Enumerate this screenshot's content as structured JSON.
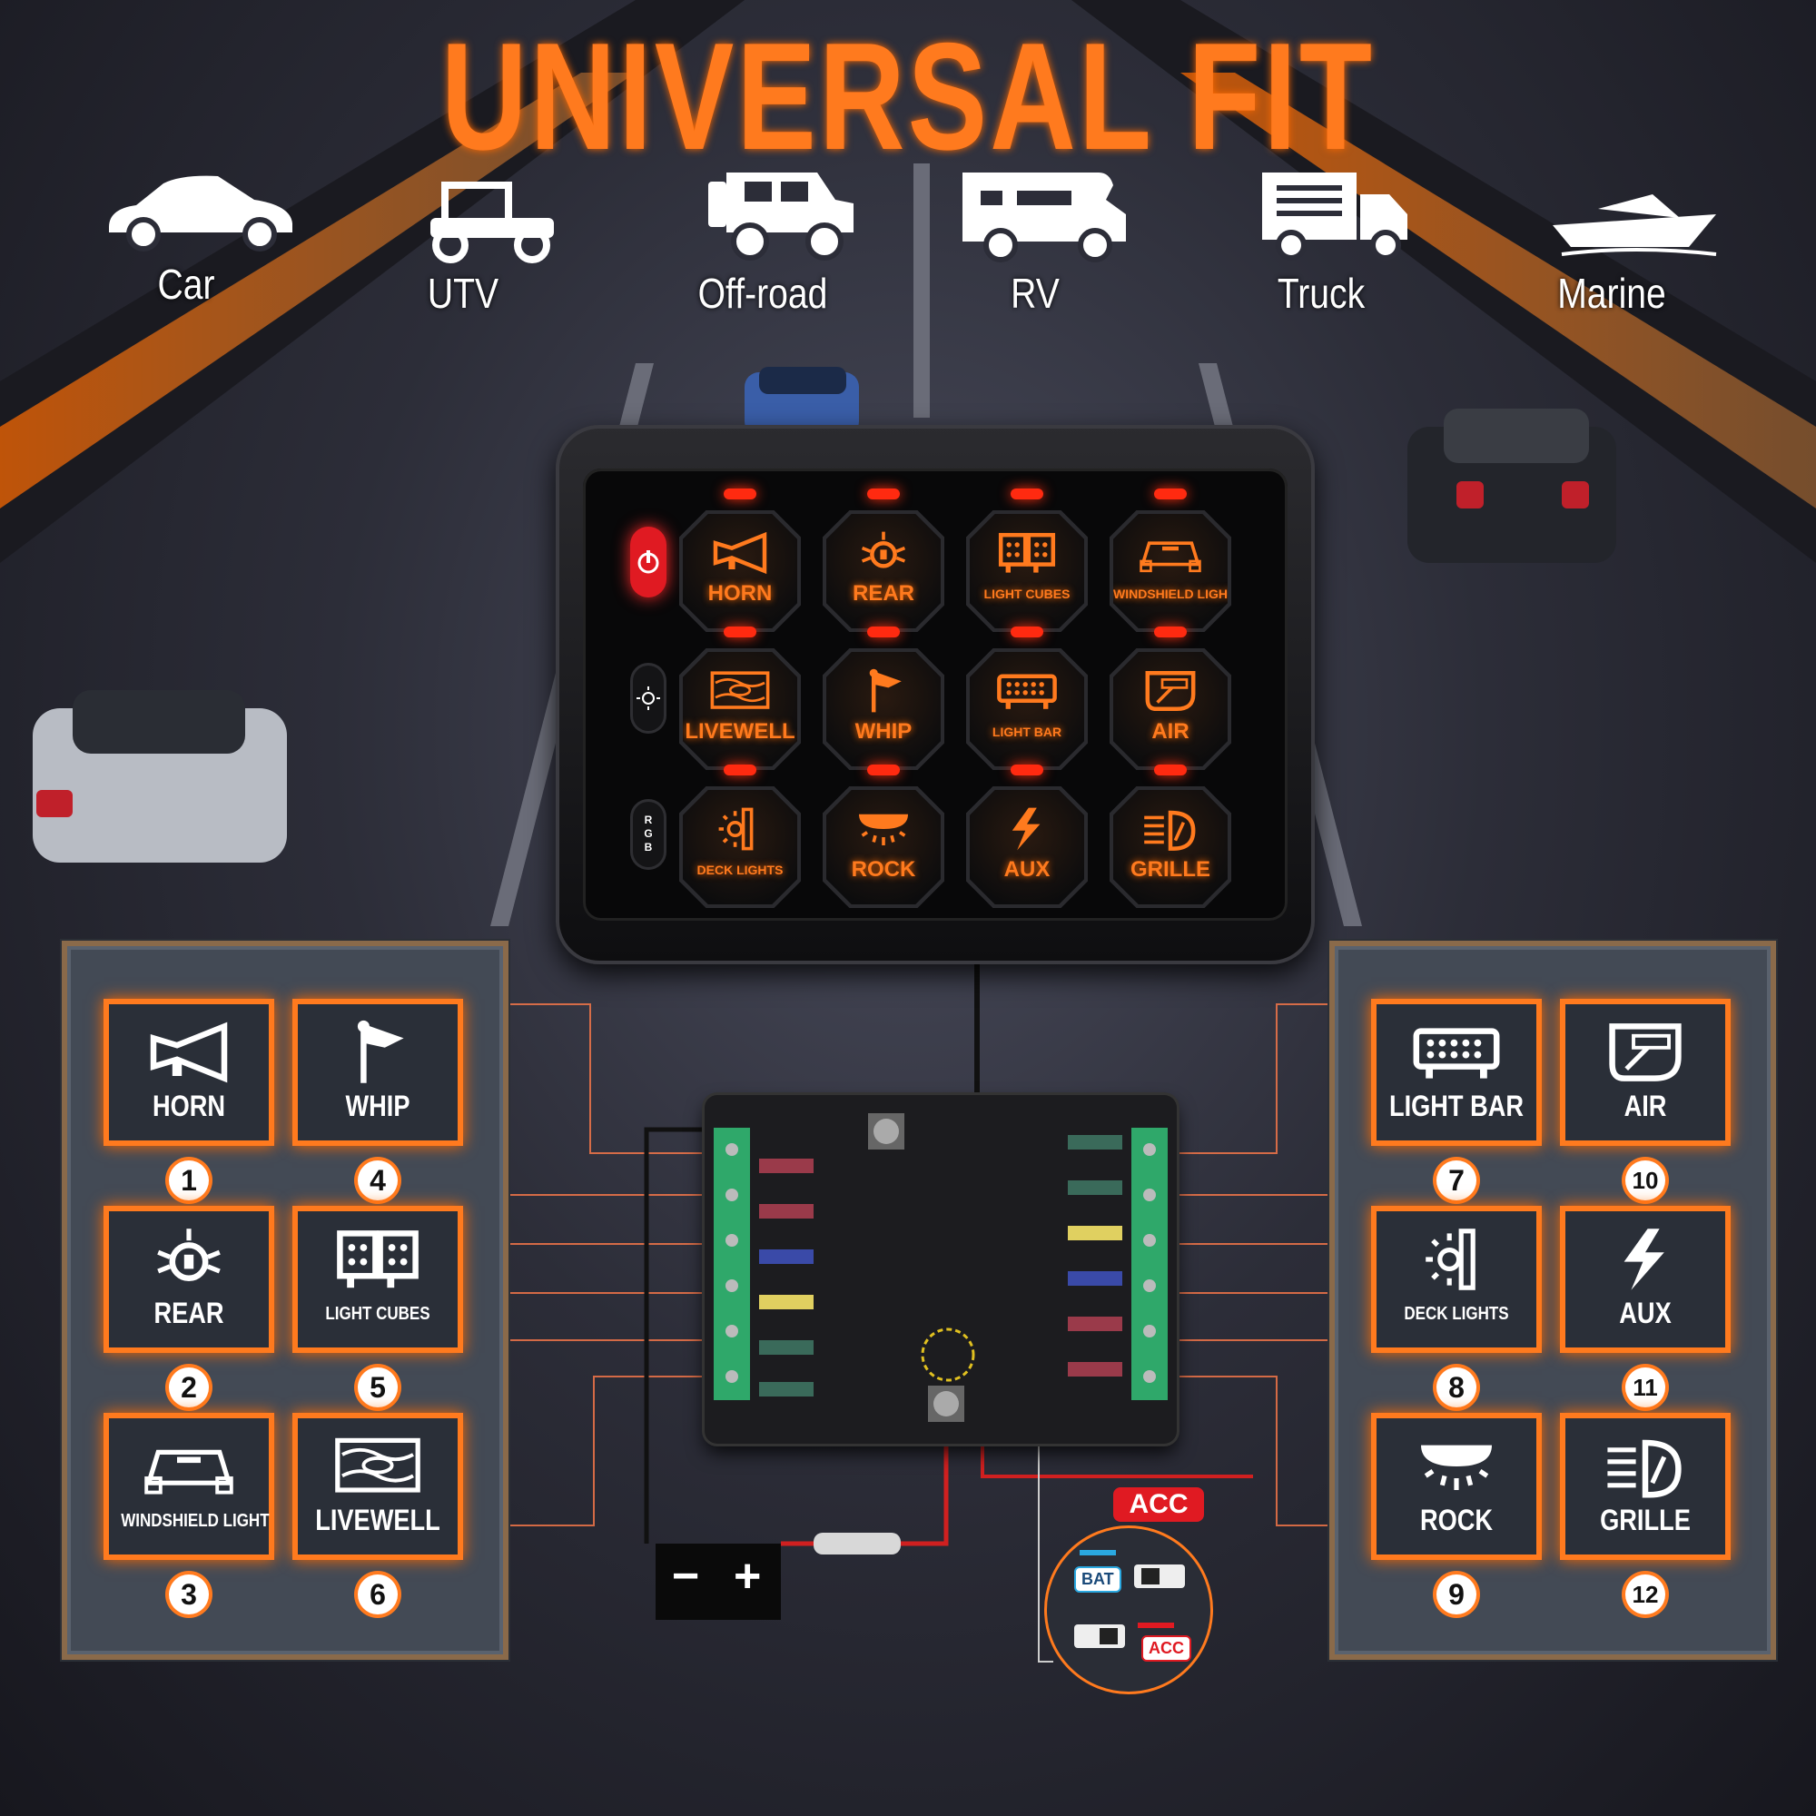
{
  "title": "UNIVERSAL FIT",
  "colors": {
    "accent": "#ff7a1e",
    "glow": "#ff6a00",
    "led": "#ff2a10",
    "power": "#e01a22"
  },
  "vehicles": [
    {
      "label": "Car",
      "icon": "car-icon"
    },
    {
      "label": "UTV",
      "icon": "utv-icon"
    },
    {
      "label": "Off-road",
      "icon": "offroad-icon"
    },
    {
      "label": "RV",
      "icon": "rv-icon"
    },
    {
      "label": "Truck",
      "icon": "truck-icon"
    },
    {
      "label": "Marine",
      "icon": "boat-icon"
    }
  ],
  "panel": {
    "side_buttons": {
      "power_icon": "power-icon",
      "brightness_icon": "brightness-icon",
      "rgb": "R G B"
    },
    "keys": [
      {
        "label": "HORN",
        "icon": "horn-icon"
      },
      {
        "label": "REAR",
        "icon": "rear-icon"
      },
      {
        "label": "LIGHT CUBES",
        "icon": "light-cubes-icon"
      },
      {
        "label": "WINDSHIELD LIGHT",
        "icon": "windshield-light-icon"
      },
      {
        "label": "LIVEWELL",
        "icon": "livewell-icon"
      },
      {
        "label": "WHIP",
        "icon": "whip-icon"
      },
      {
        "label": "LIGHT BAR",
        "icon": "light-bar-icon"
      },
      {
        "label": "AIR",
        "icon": "air-icon"
      },
      {
        "label": "DECK LIGHTS",
        "icon": "deck-lights-icon"
      },
      {
        "label": "ROCK",
        "icon": "rock-icon"
      },
      {
        "label": "AUX",
        "icon": "aux-icon"
      },
      {
        "label": "GRILLE",
        "icon": "grille-icon"
      }
    ]
  },
  "legend_left": [
    {
      "label": "HORN",
      "num": "1",
      "icon": "horn-icon"
    },
    {
      "label": "WHIP",
      "num": "4",
      "icon": "whip-icon"
    },
    {
      "label": "REAR",
      "num": "2",
      "icon": "rear-icon"
    },
    {
      "label": "LIGHT CUBES",
      "num": "5",
      "icon": "light-cubes-icon"
    },
    {
      "label": "WINDSHIELD LIGHT",
      "num": "3",
      "icon": "windshield-light-icon"
    },
    {
      "label": "LIVEWELL",
      "num": "6",
      "icon": "livewell-icon"
    }
  ],
  "legend_right": [
    {
      "label": "LIGHT BAR",
      "num": "7",
      "icon": "light-bar-icon"
    },
    {
      "label": "AIR",
      "num": "10",
      "icon": "air-icon"
    },
    {
      "label": "DECK LIGHTS",
      "num": "8",
      "icon": "deck-lights-icon"
    },
    {
      "label": "AUX",
      "num": "11",
      "icon": "aux-icon"
    },
    {
      "label": "ROCK",
      "num": "9",
      "icon": "rock-icon"
    },
    {
      "label": "GRILLE",
      "num": "12",
      "icon": "grille-icon"
    }
  ],
  "wiring": {
    "acc_label": "ACC",
    "battery_minus": "−",
    "battery_plus": "+",
    "switch_bat": "BAT",
    "switch_acc": "ACC"
  }
}
